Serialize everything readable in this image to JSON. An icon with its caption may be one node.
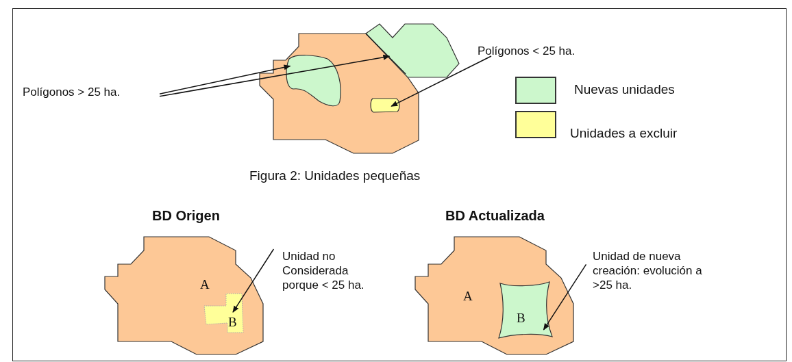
{
  "diagram": {
    "caption": "Figura 2: Unidades pequeñas",
    "nodes": [
      {
        "text": [],
        "shape": "polygon"
      },
      {
        "text": [],
        "shape": "polygon",
        "in": 0
      },
      {
        "text": [],
        "shape": "polygon"
      },
      {
        "text": [
          "Polígonos > 25 ha."
        ]
      },
      {
        "text": [
          "Polígonos < 25 ha."
        ]
      },
      {
        "text": [],
        "shape": "polygon",
        "in": 0
      },
      {
        "text": [
          "BD Origen",
          "A"
        ]
      },
      {
        "text": [
          "B"
        ],
        "in": 6
      },
      {
        "text": [
          "Unidad no Considerada porque < 25 ha."
        ]
      },
      {
        "text": [
          "BD Actualizada",
          "A"
        ]
      },
      {
        "text": [
          "B"
        ],
        "in": 9
      },
      {
        "text": [
          "Unidad de nueva creación: evolución a >25 ha."
        ]
      }
    ],
    "edges": [
      {
        "from": 3,
        "to": 1,
        "arrow": "to"
      },
      {
        "from": 3,
        "to": 2,
        "arrow": "to"
      },
      {
        "from": 4,
        "to": 5,
        "arrow": "to"
      },
      {
        "from": 8,
        "to": 7,
        "arrow": "to"
      },
      {
        "from": 11,
        "to": 10,
        "arrow": "to"
      }
    ],
    "legend": [
      {
        "text": "Nuevas unidades",
        "color": "#ccf7cc"
      },
      {
        "text": "Unidades a excluir",
        "color": "#ffff99"
      }
    ]
  }
}
